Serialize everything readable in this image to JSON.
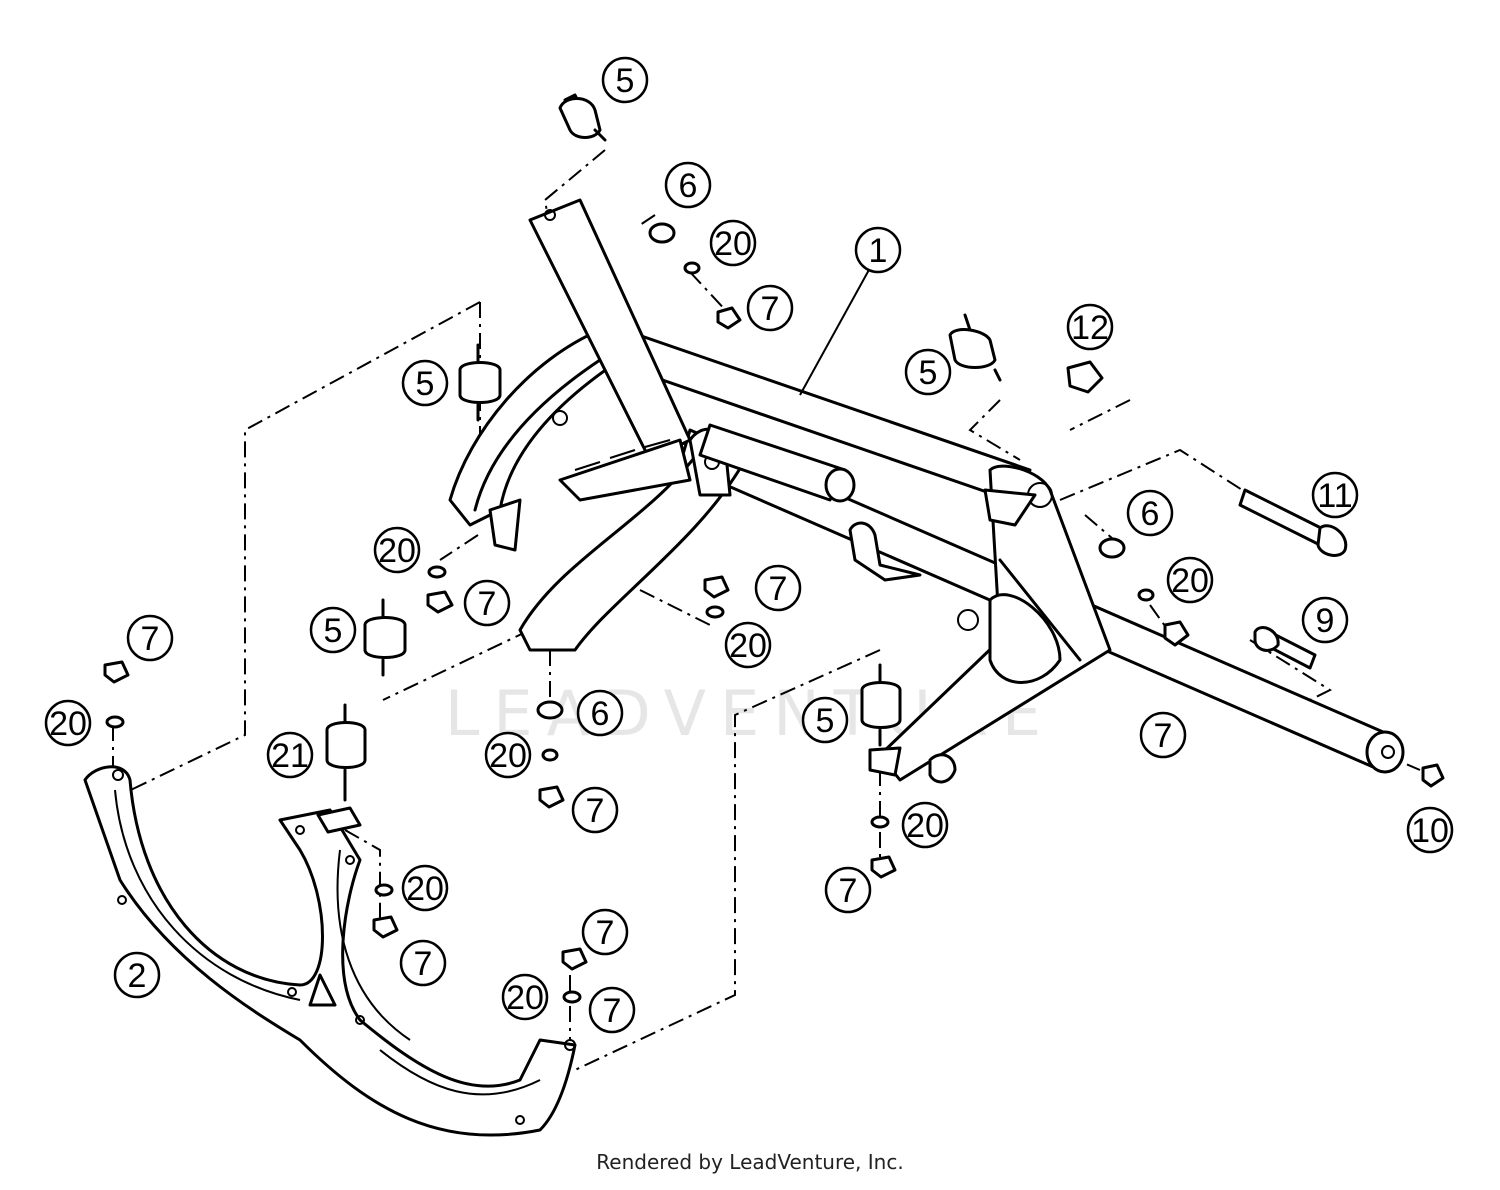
{
  "watermark": "LEADVENTURE",
  "footer": "Rendered by LeadVenture, Inc.",
  "callouts": [
    {
      "id": "c5a",
      "label": "5"
    },
    {
      "id": "c6a",
      "label": "6"
    },
    {
      "id": "c20a",
      "label": "20"
    },
    {
      "id": "c1",
      "label": "1"
    },
    {
      "id": "c7a",
      "label": "7"
    },
    {
      "id": "c12",
      "label": "12"
    },
    {
      "id": "c5b",
      "label": "5"
    },
    {
      "id": "c5c",
      "label": "5"
    },
    {
      "id": "c11",
      "label": "11"
    },
    {
      "id": "c6b",
      "label": "6"
    },
    {
      "id": "c20b",
      "label": "20"
    },
    {
      "id": "c20c",
      "label": "20"
    },
    {
      "id": "c7b",
      "label": "7"
    },
    {
      "id": "c7c",
      "label": "7"
    },
    {
      "id": "c20d",
      "label": "20"
    },
    {
      "id": "c9",
      "label": "9"
    },
    {
      "id": "c5d",
      "label": "5"
    },
    {
      "id": "c7d",
      "label": "7"
    },
    {
      "id": "c20e",
      "label": "20"
    },
    {
      "id": "c6c",
      "label": "6"
    },
    {
      "id": "c5e",
      "label": "5"
    },
    {
      "id": "c7e",
      "label": "7"
    },
    {
      "id": "c21",
      "label": "21"
    },
    {
      "id": "c20f",
      "label": "20"
    },
    {
      "id": "c7f",
      "label": "7"
    },
    {
      "id": "c10",
      "label": "10"
    },
    {
      "id": "c20g",
      "label": "20"
    },
    {
      "id": "c20h",
      "label": "20"
    },
    {
      "id": "c7g",
      "label": "7"
    },
    {
      "id": "c7h",
      "label": "7"
    },
    {
      "id": "c2",
      "label": "2"
    },
    {
      "id": "c7i",
      "label": "7"
    },
    {
      "id": "c20i",
      "label": "20"
    },
    {
      "id": "c7j",
      "label": "7"
    }
  ]
}
